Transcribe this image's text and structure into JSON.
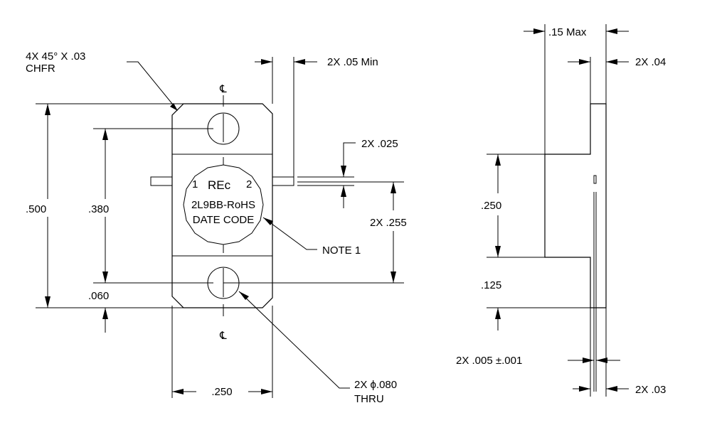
{
  "colors": {
    "background": "#ffffff",
    "ink": "#000000"
  },
  "labels": {
    "chamfer_line1": "4X 45° X .03",
    "chamfer_line2": "CHFR",
    "lead_length": "2X .05 Min",
    "lead_thickness": "2X .025",
    "lead_height": "2X .255",
    "overall_height": ".500",
    "hole_spacing": ".380",
    "hole_offset": ".060",
    "body_width": ".250",
    "note": "NOTE 1",
    "hole_dia_line1": "2X ϕ.080",
    "hole_dia_line2": "THRU",
    "side_height_upper": ".250",
    "side_height_lower": ".125",
    "side_max": ".15 Max",
    "side_lead_offset": "2X .04",
    "side_lead_thickness": "2X .005 ±.001",
    "side_lead_width": "2X .03"
  },
  "marking": {
    "pin_left": "1",
    "logo": "REc",
    "pin_right": "2",
    "part_number": "2L9BB-RoHS",
    "date_code": "DATE CODE"
  },
  "centerline_symbol": "℄"
}
